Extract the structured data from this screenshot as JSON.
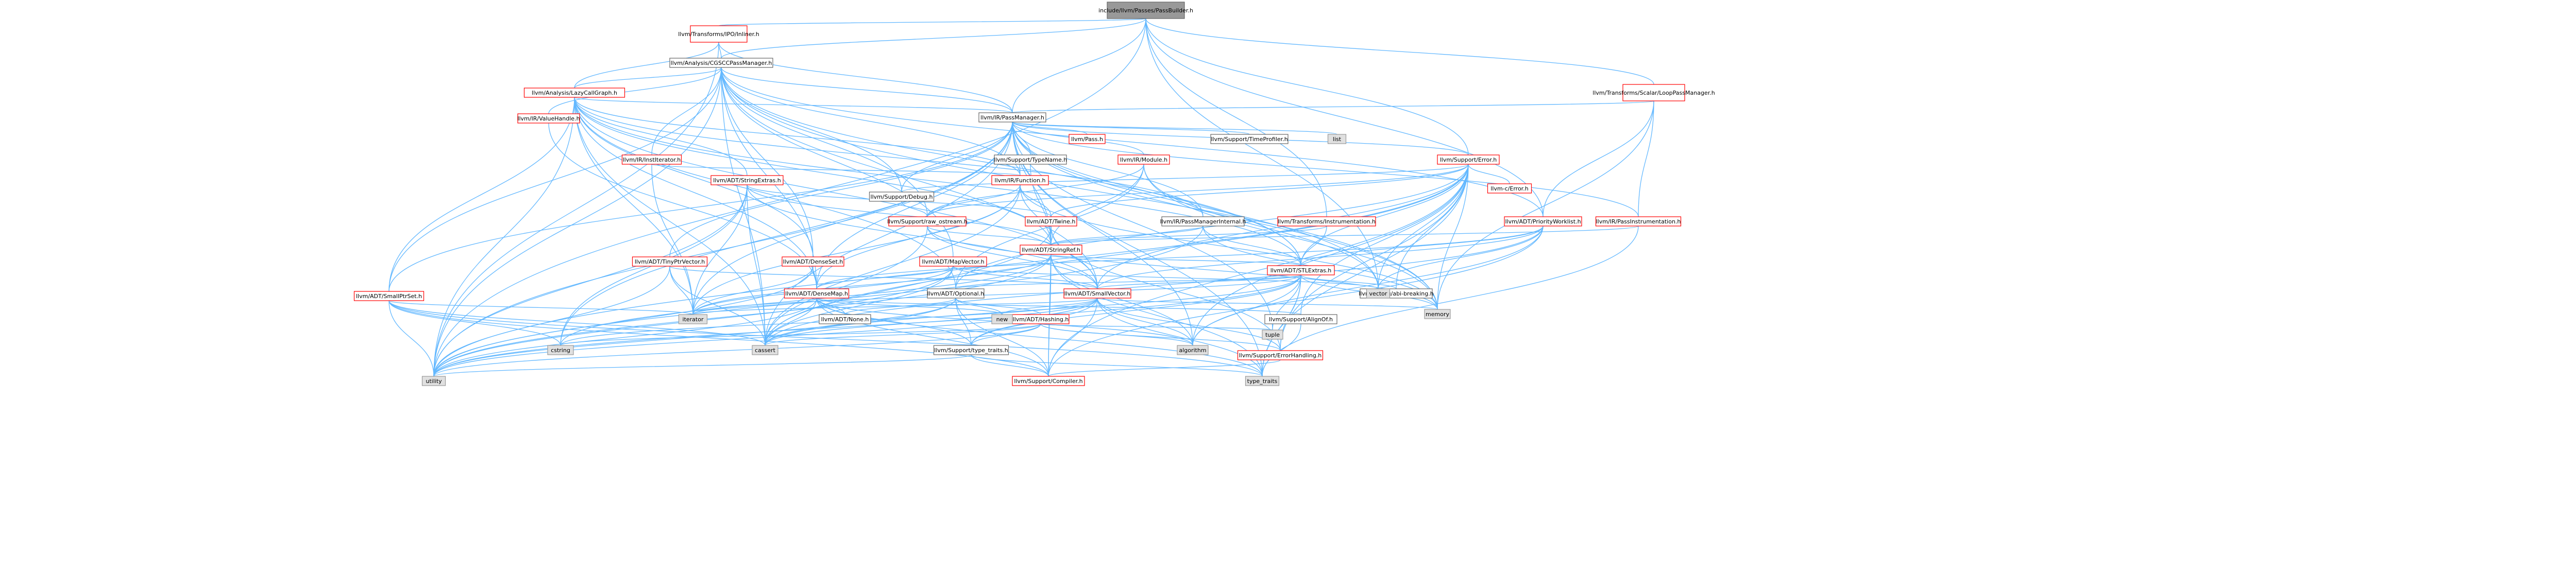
{
  "graph": {
    "colors": {
      "root_fill": "#999999",
      "root_border": "#666666",
      "node_fill": "#ffffff",
      "red_border": "#ff0000",
      "black_border": "#666666",
      "system_fill": "#e0e0e0",
      "system_border": "#999999",
      "edge": "#63b8ff"
    },
    "nodes": {
      "root": {
        "label": "include/llvm/Passes/PassBuilder.h",
        "kind": "root"
      },
      "inliner": {
        "label": "llvm/Transforms/IPO/Inliner.h",
        "kind": "red"
      },
      "cgscc": {
        "label": "llvm/Analysis/CGSCCPassManager.h",
        "kind": "black"
      },
      "lazycall": {
        "label": "llvm/Analysis/LazyCallGraph.h",
        "kind": "red"
      },
      "valuehandle": {
        "label": "llvm/IR/ValueHandle.h",
        "kind": "red"
      },
      "passmanager": {
        "label": "llvm/IR/PassManager.h",
        "kind": "black"
      },
      "loopscalar": {
        "label": "llvm/Transforms/Scalar/LoopPassManager.h",
        "kind": "red"
      },
      "institer": {
        "label": "llvm/IR/InstIterator.h",
        "kind": "red"
      },
      "function": {
        "label": "llvm/IR/Function.h",
        "kind": "red"
      },
      "module": {
        "label": "llvm/IR/Module.h",
        "kind": "red"
      },
      "passh": {
        "label": "llvm/Pass.h",
        "kind": "red"
      },
      "timeprof": {
        "label": "llvm/Support/TimeProfiler.h",
        "kind": "black"
      },
      "typename": {
        "label": "llvm/Support/TypeName.h",
        "kind": "black"
      },
      "list": {
        "label": "list",
        "kind": "system"
      },
      "suppdebug": {
        "label": "llvm/Support/Debug.h",
        "kind": "black"
      },
      "rawostream": {
        "label": "llvm/Support/raw_ostream.h",
        "kind": "red"
      },
      "twine": {
        "label": "llvm/ADT/Twine.h",
        "kind": "red"
      },
      "stringref": {
        "label": "llvm/ADT/StringRef.h",
        "kind": "red"
      },
      "pmi": {
        "label": "llvm/IR/PassManagerInternal.h",
        "kind": "black"
      },
      "instrumentation": {
        "label": "llvm/Transforms/Instrumentation.h",
        "kind": "red"
      },
      "suppErr": {
        "label": "llvm/Support/Error.h",
        "kind": "red"
      },
      "cerror": {
        "label": "llvm-c/Error.h",
        "kind": "red"
      },
      "passinst": {
        "label": "llvm/IR/PassInstrumentation.h",
        "kind": "red"
      },
      "priorityworklist": {
        "label": "llvm/ADT/PriorityWorklist.h",
        "kind": "red"
      },
      "stlextras": {
        "label": "llvm/ADT/STLExtras.h",
        "kind": "red"
      },
      "configabi": {
        "label": "llvm/Config/abi-breaking.h",
        "kind": "black"
      },
      "stringextras": {
        "label": "llvm/ADT/StringExtras.h",
        "kind": "red"
      },
      "tinyptr": {
        "label": "llvm/ADT/TinyPtrVector.h",
        "kind": "red"
      },
      "smallptrset": {
        "label": "llvm/ADT/SmallPtrSet.h",
        "kind": "red"
      },
      "denseset": {
        "label": "llvm/ADT/DenseSet.h",
        "kind": "red"
      },
      "mapvector": {
        "label": "llvm/ADT/MapVector.h",
        "kind": "red"
      },
      "densemap": {
        "label": "llvm/ADT/DenseMap.h",
        "kind": "red"
      },
      "optional": {
        "label": "llvm/ADT/Optional.h",
        "kind": "black"
      },
      "smallvector": {
        "label": "llvm/ADT/SmallVector.h",
        "kind": "red"
      },
      "none": {
        "label": "llvm/ADT/None.h",
        "kind": "black"
      },
      "hashing": {
        "label": "llvm/ADT/Hashing.h",
        "kind": "red"
      },
      "typetraits": {
        "label": "llvm/Support/type_traits.h",
        "kind": "black"
      },
      "errhandling": {
        "label": "llvm/Support/ErrorHandling.h",
        "kind": "red"
      },
      "alignof": {
        "label": "llvm/Support/AlignOf.h",
        "kind": "black"
      },
      "compiler": {
        "label": "llvm/Support/Compiler.h",
        "kind": "red"
      },
      "iterator": {
        "label": "iterator",
        "kind": "system"
      },
      "new": {
        "label": "new",
        "kind": "system"
      },
      "cstring": {
        "label": "cstring",
        "kind": "system"
      },
      "cassert": {
        "label": "cassert",
        "kind": "system"
      },
      "utility": {
        "label": "utility",
        "kind": "system"
      },
      "memory": {
        "label": "memory",
        "kind": "system"
      },
      "vector": {
        "label": "vector",
        "kind": "system"
      },
      "algorithm": {
        "label": "algorithm",
        "kind": "system"
      },
      "tuple": {
        "label": "tuple",
        "kind": "system"
      },
      "type_traits": {
        "label": "type_traits",
        "kind": "system"
      }
    }
  }
}
